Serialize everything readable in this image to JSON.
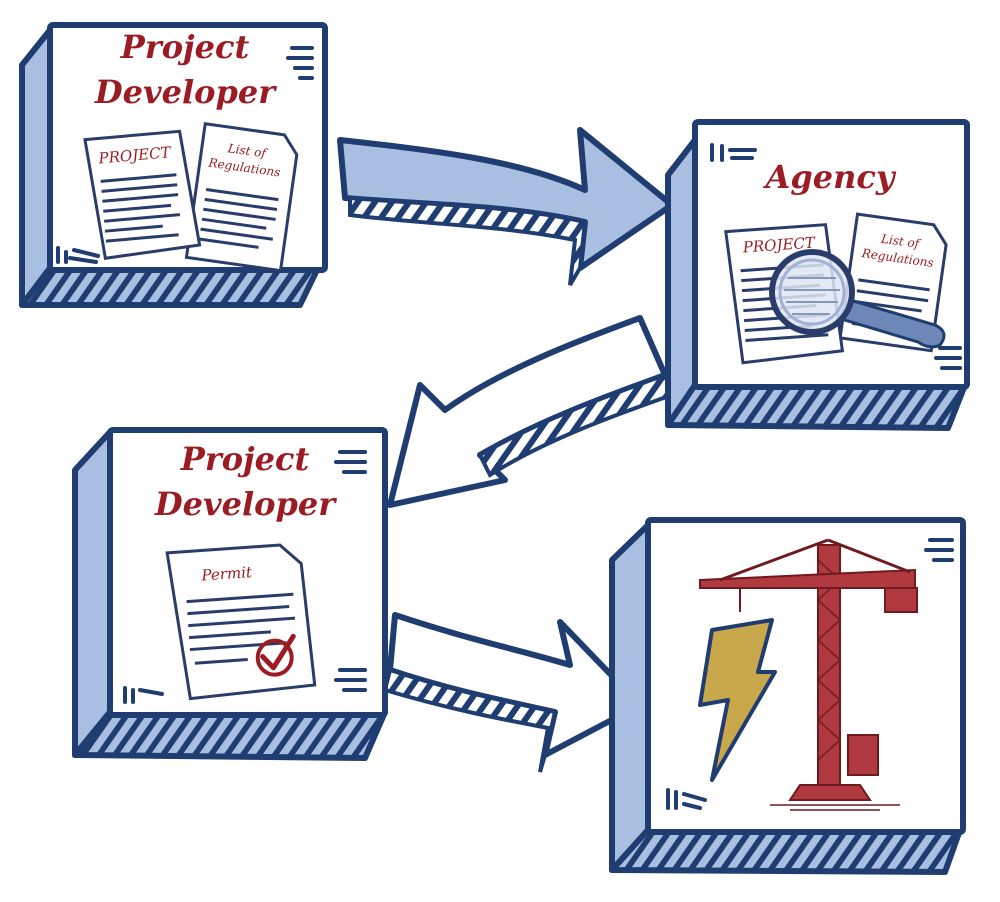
{
  "colors": {
    "outline": "#1f3d70",
    "box_side": "#a9bfe2",
    "box_side_dark": "#8ea7d4",
    "hatch": "#1f3d70",
    "red": "#9b1c22",
    "paper": "#ffffff",
    "lines": "#2a3d6a",
    "bolt": "#c8a84a",
    "crane": "#b03a3f"
  },
  "boxes": {
    "dev1": {
      "title_line1": "Project",
      "title_line2": "Developer",
      "doc_project": "PROJECT",
      "doc_regs_line1": "List of",
      "doc_regs_line2": "Regulations"
    },
    "agency": {
      "title": "Agency",
      "doc_project": "PROJECT",
      "doc_regs_line1": "List of",
      "doc_regs_line2": "Regulations",
      "icon": "magnifying-glass-icon"
    },
    "dev2": {
      "title_line1": "Project",
      "title_line2": "Developer",
      "doc_permit": "Permit",
      "icon": "checkmark-stamp-icon"
    },
    "construction": {
      "icons": [
        "crane-icon",
        "lightning-bolt-icon"
      ]
    }
  },
  "arrows": [
    "developer-to-agency",
    "agency-to-developer",
    "developer-to-construction"
  ]
}
